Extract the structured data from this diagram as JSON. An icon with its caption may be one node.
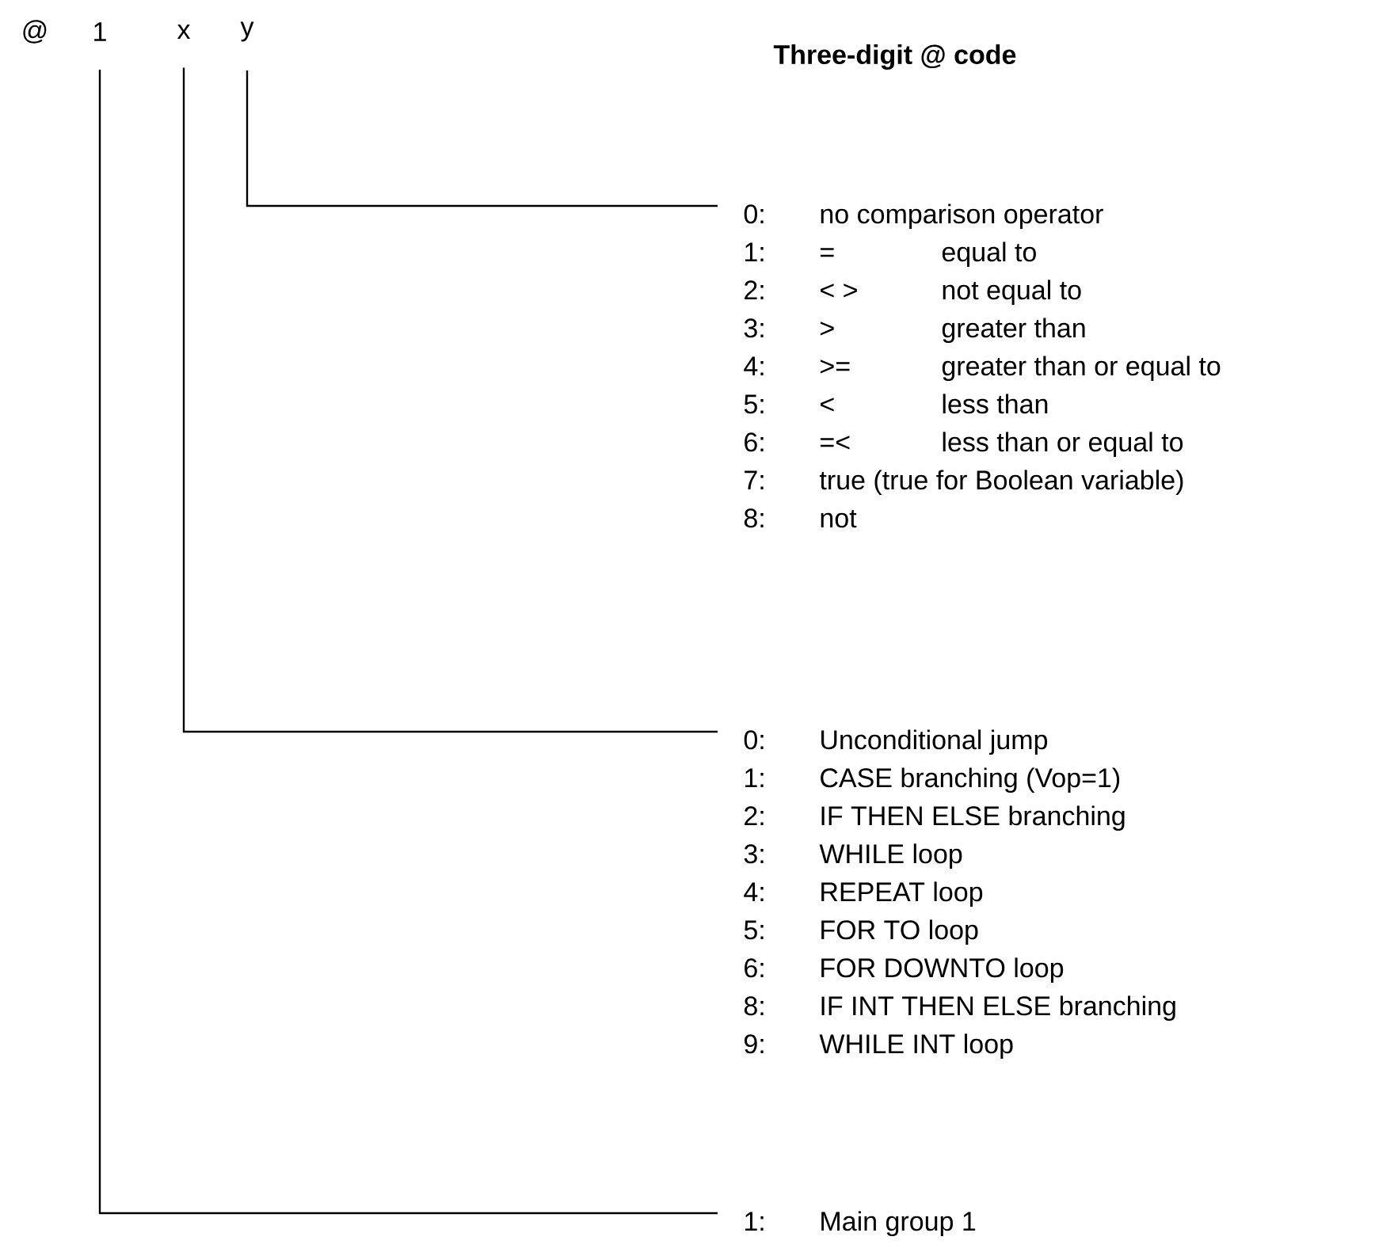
{
  "diagram": {
    "title": "Three-digit @ code",
    "nodes": [
      {
        "text": [
          "1"
        ]
      },
      {
        "text": [
          "x"
        ]
      },
      {
        "text": [
          "y"
        ]
      },
      {
        "text": [
          "0:",
          "no comparison operator",
          "1:",
          "=",
          "equal to",
          "2:",
          "< >",
          "not equal to",
          "3:",
          ">",
          "greater than",
          "4:",
          ">=",
          "greater than or equal to",
          "5:",
          "<",
          "less than",
          "6:",
          "=<",
          "less than or equal to",
          "7:",
          "true (true for Boolean variable)",
          "8:",
          "not"
        ]
      },
      {
        "text": [
          "0:",
          "Unconditional jump",
          "1:",
          "CASE branching (Vop=1)",
          "2:",
          "IF THEN ELSE branching",
          "3:",
          "WHILE loop",
          "4:",
          "REPEAT loop",
          "5:",
          "FOR TO loop",
          "6:",
          "FOR DOWNTO loop",
          "8:",
          "IF INT THEN ELSE branching",
          "9:",
          "WHILE INT loop"
        ]
      },
      {
        "text": [
          "1:",
          "Main group 1"
        ]
      }
    ],
    "edges": [
      {
        "from": 2,
        "to": 3,
        "arrow": "none"
      },
      {
        "from": 1,
        "to": 4,
        "arrow": "none"
      },
      {
        "from": 0,
        "to": 5,
        "arrow": "none"
      }
    ],
    "labels": [
      "@"
    ]
  }
}
